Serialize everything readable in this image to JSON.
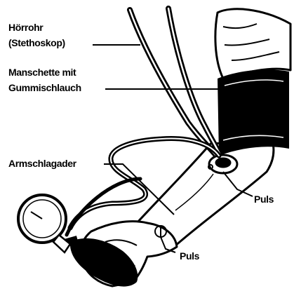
{
  "labels": {
    "hoerrohr_line1": "Hörrohr",
    "hoerrohr_line2": "(Stethoskop)",
    "manschette_line1": "Manschette mit",
    "manschette_line2": "Gummischlauch",
    "armschlagader": "Armschlagader",
    "puls_upper": "Puls",
    "puls_lower": "Puls"
  },
  "colors": {
    "ink": "#000000",
    "paper": "#ffffff"
  }
}
